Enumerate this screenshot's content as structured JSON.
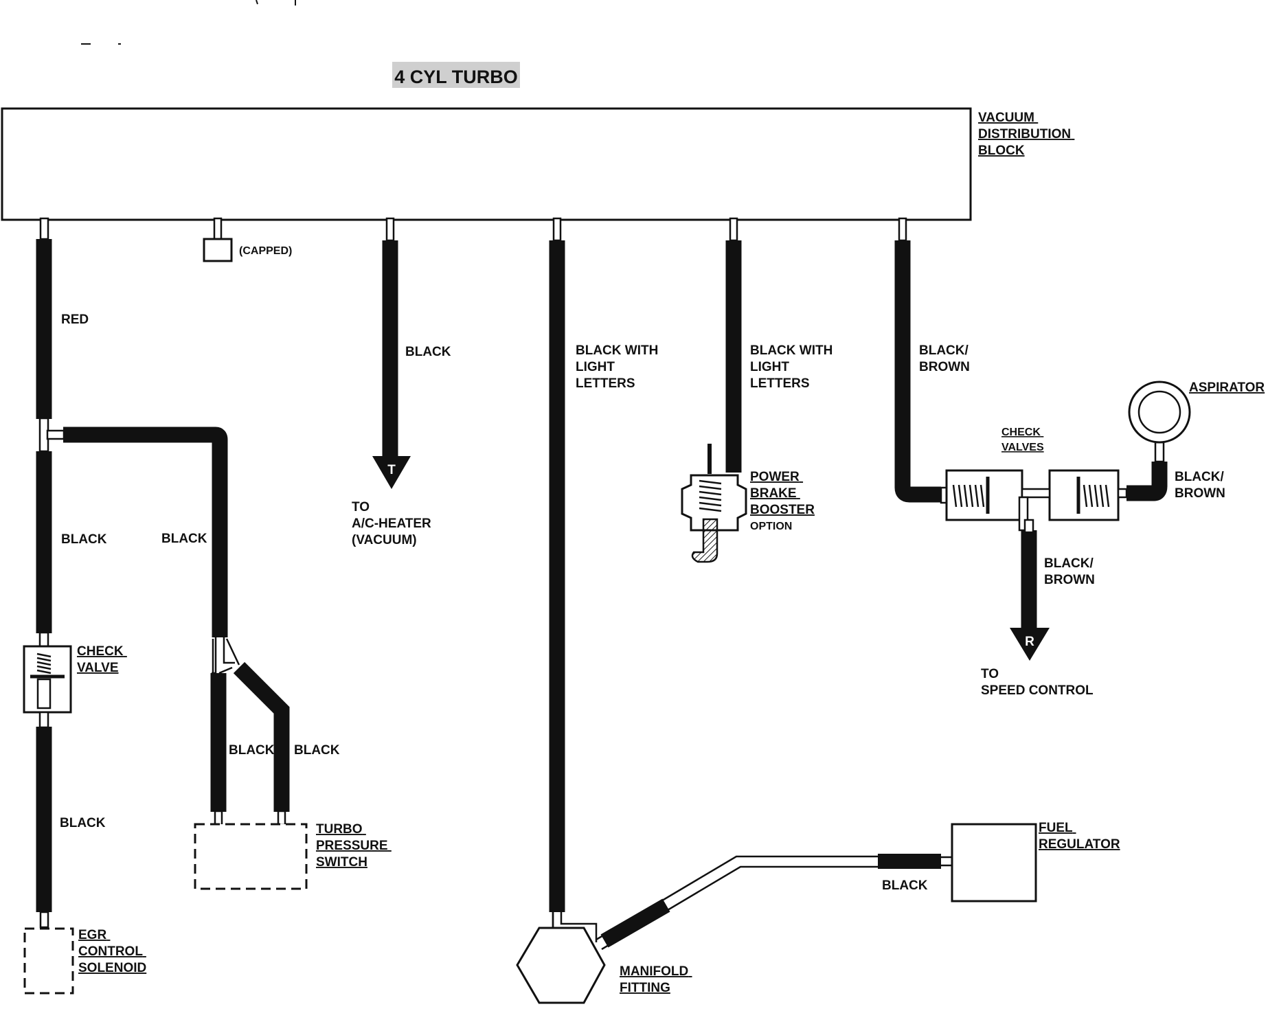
{
  "title": "4 CYL TURBO",
  "colors": {
    "line": "#111111",
    "hose": "#111111",
    "background": "#ffffff",
    "title_bg": "#cfcfcf"
  },
  "block_label": [
    "VACUUM",
    "DISTRIBUTION",
    "BLOCK"
  ],
  "capped_label": "(CAPPED)",
  "hose_labels": {
    "red": "RED",
    "black_ac": "BLACK",
    "black_light_1": [
      "BLACK WITH",
      "LIGHT",
      "LETTERS"
    ],
    "black_light_2": [
      "BLACK WITH",
      "LIGHT",
      "LETTERS"
    ],
    "black_brown_main": [
      "BLACK/",
      "BROWN"
    ],
    "black_left": "BLACK",
    "black_turbo_feed": "BLACK",
    "black_egr": "BLACK",
    "black_turbo_a": "BLACK",
    "black_turbo_b": "BLACK",
    "black_brown_aspirator": [
      "BLACK/",
      "BROWN"
    ],
    "black_brown_speed": [
      "BLACK/",
      "BROWN"
    ],
    "black_fuel": "BLACK"
  },
  "markers": {
    "ac": "T",
    "speed": "R"
  },
  "ac_label": [
    "TO",
    "A/C-HEATER",
    "(VACUUM)"
  ],
  "speed_label": [
    "TO",
    "SPEED CONTROL"
  ],
  "components": {
    "check_valve": [
      "CHECK",
      "VALVE"
    ],
    "check_valves": [
      "CHECK",
      "VALVES"
    ],
    "aspirator": "ASPIRATOR",
    "brake_booster": [
      "POWER",
      "BRAKE",
      "BOOSTER"
    ],
    "brake_option": "OPTION",
    "turbo_switch": [
      "TURBO",
      "PRESSURE",
      "SWITCH"
    ],
    "egr_solenoid": [
      "EGR",
      "CONTROL",
      "SOLENOID"
    ],
    "manifold": [
      "MANIFOLD",
      "FITTING"
    ],
    "fuel_regulator": [
      "FUEL",
      "REGULATOR"
    ]
  }
}
